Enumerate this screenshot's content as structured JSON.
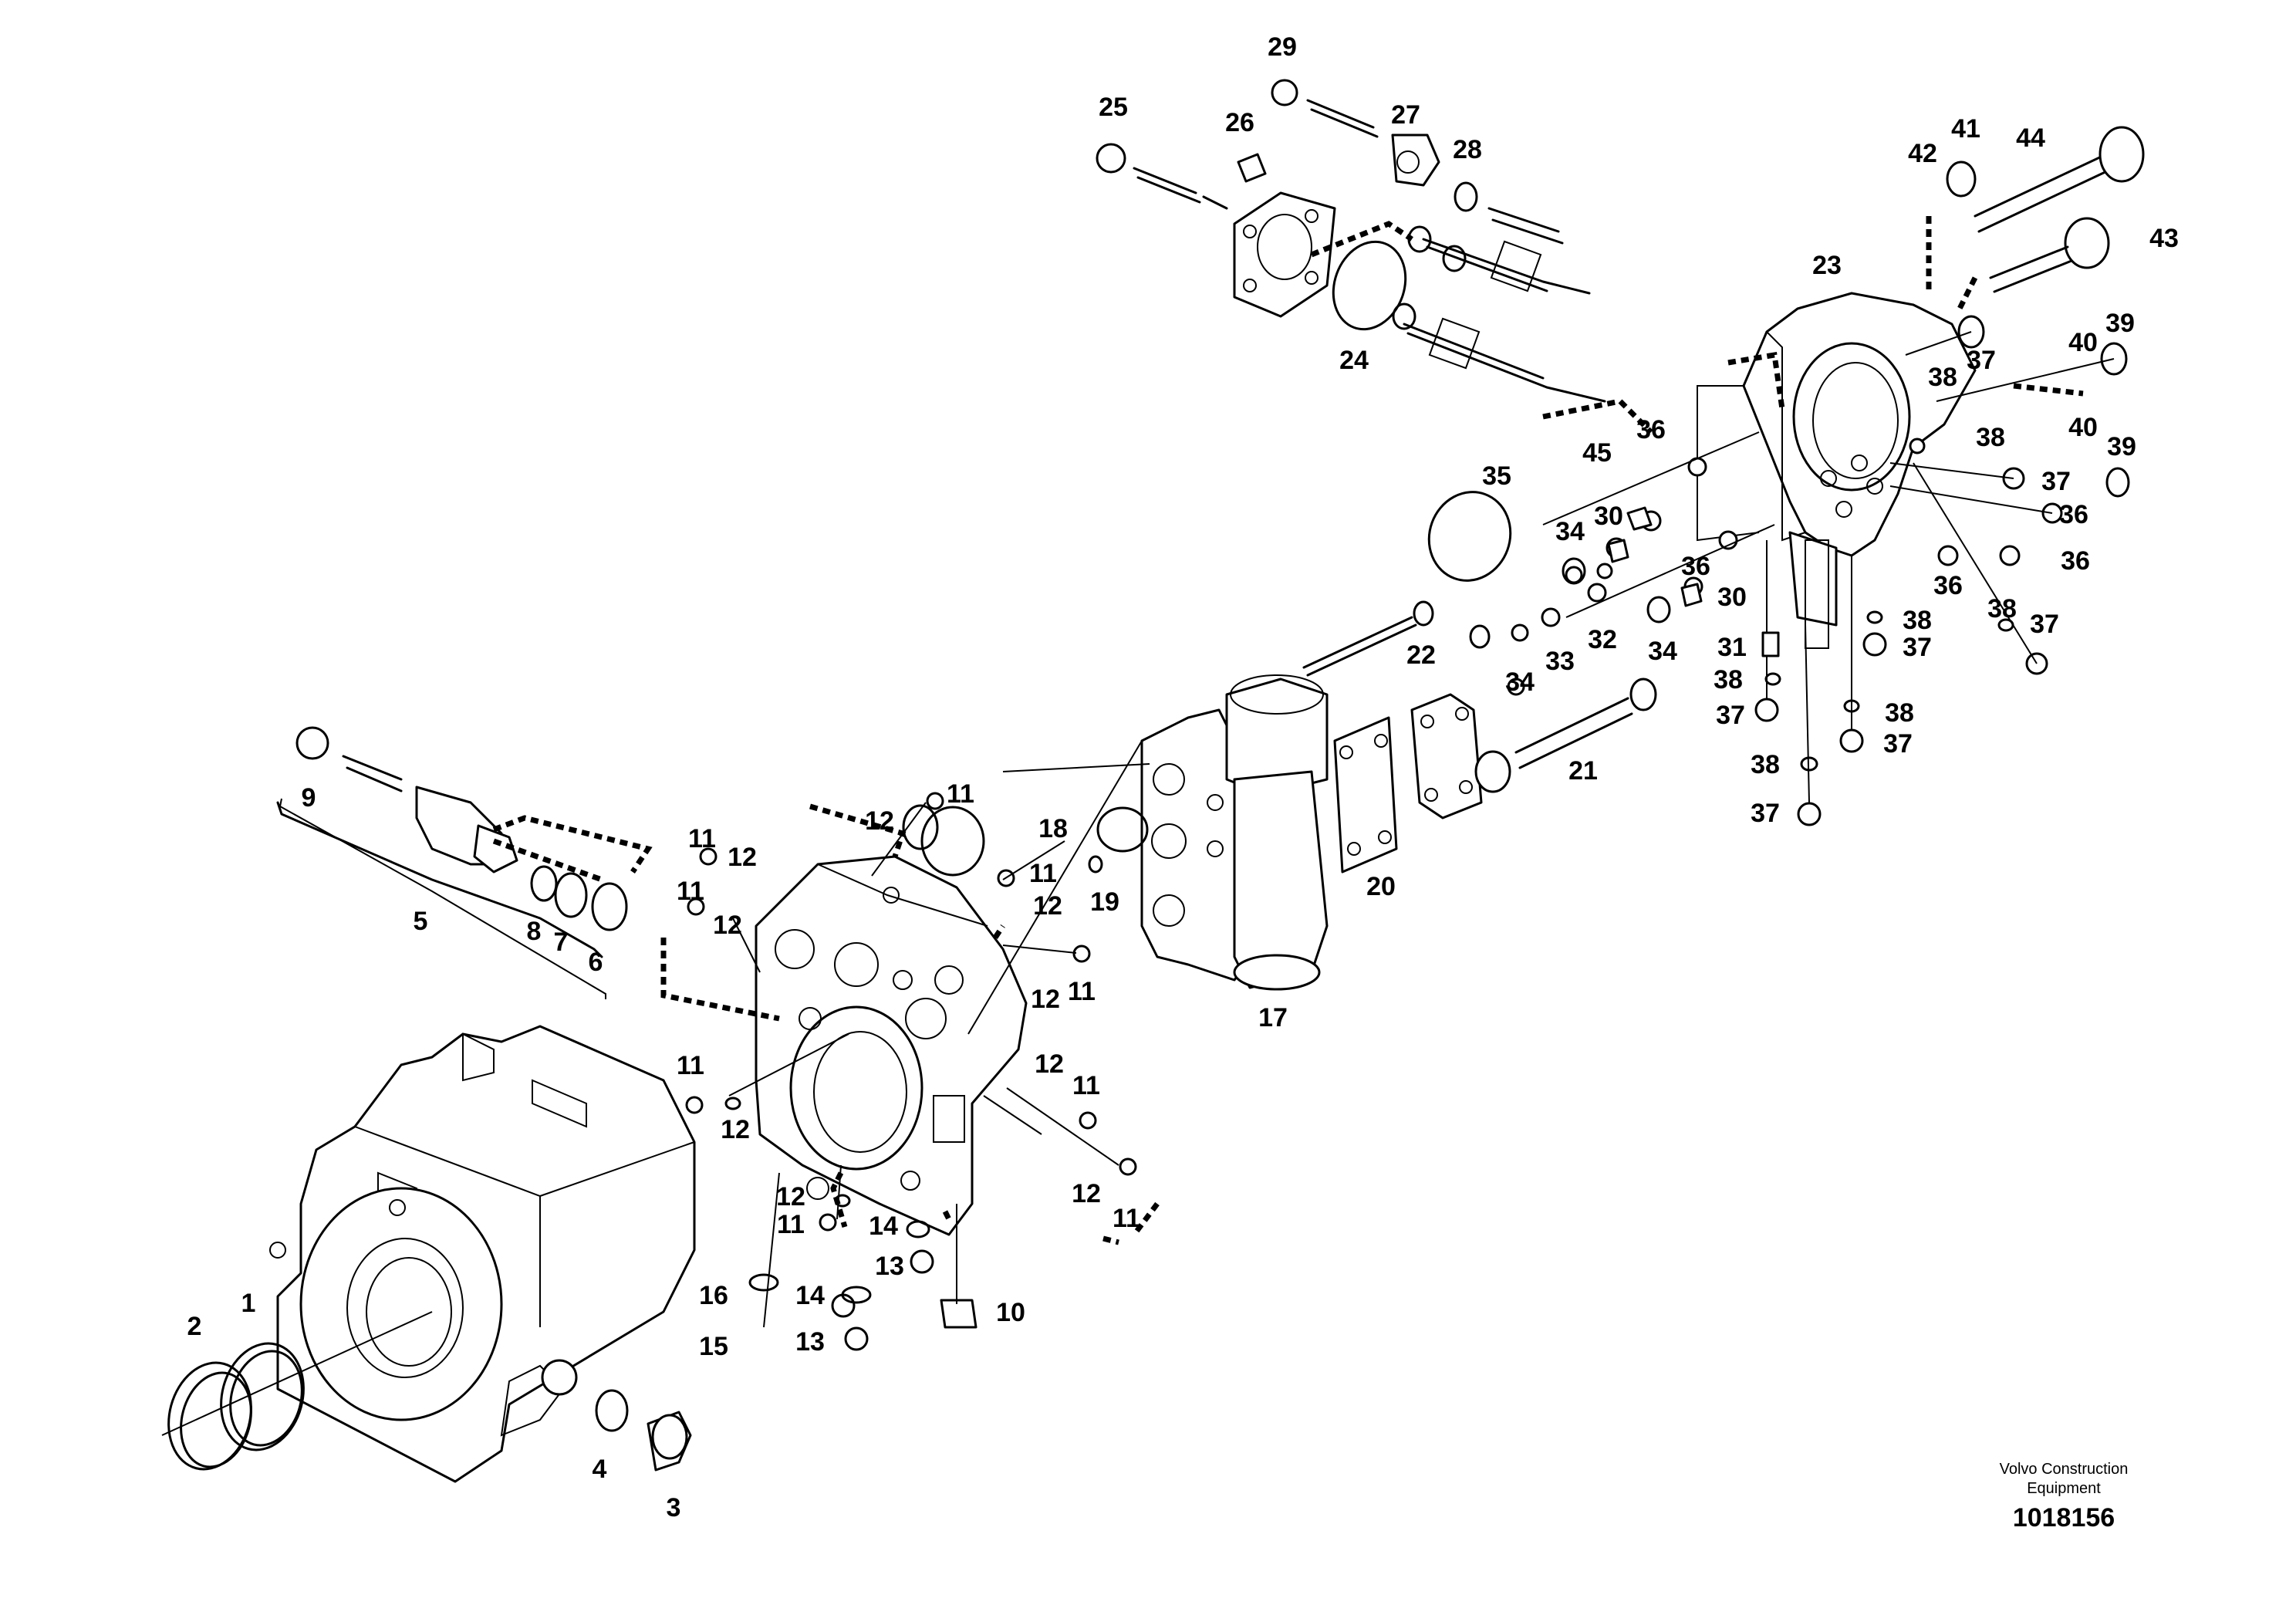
{
  "figure": {
    "brand_line1": "Volvo Construction",
    "brand_line2": "Equipment",
    "figure_number": "1018156"
  },
  "callouts": [
    "1",
    "2",
    "3",
    "4",
    "5",
    "6",
    "7",
    "8",
    "9",
    "10",
    "11",
    "12",
    "13",
    "14",
    "15",
    "16",
    "17",
    "18",
    "19",
    "20",
    "21",
    "22",
    "23",
    "24",
    "25",
    "26",
    "27",
    "28",
    "29",
    "30",
    "31",
    "32",
    "33",
    "34",
    "35",
    "36",
    "37",
    "38",
    "39",
    "40",
    "41",
    "42",
    "43",
    "44",
    "45"
  ],
  "labels": {
    "c1": "1",
    "c2": "2",
    "c3": "3",
    "c4": "4",
    "c5": "5",
    "c6": "6",
    "c7": "7",
    "c8": "8",
    "c9": "9",
    "c10": "10",
    "c11": "11",
    "c12": "12",
    "c13": "13",
    "c14": "14",
    "c15": "15",
    "c16": "16",
    "c17": "17",
    "c18": "18",
    "c19": "19",
    "c20": "20",
    "c21": "21",
    "c22": "22",
    "c23": "23",
    "c24": "24",
    "c25": "25",
    "c26": "26",
    "c27": "27",
    "c28": "28",
    "c29": "29",
    "c30": "30",
    "c31": "31",
    "c32": "32",
    "c33": "33",
    "c34": "34",
    "c35": "35",
    "c36": "36",
    "c37": "37",
    "c38": "38",
    "c39": "39",
    "c40": "40",
    "c41": "41",
    "c42": "42",
    "c43": "43",
    "c44": "44",
    "c45": "45"
  }
}
